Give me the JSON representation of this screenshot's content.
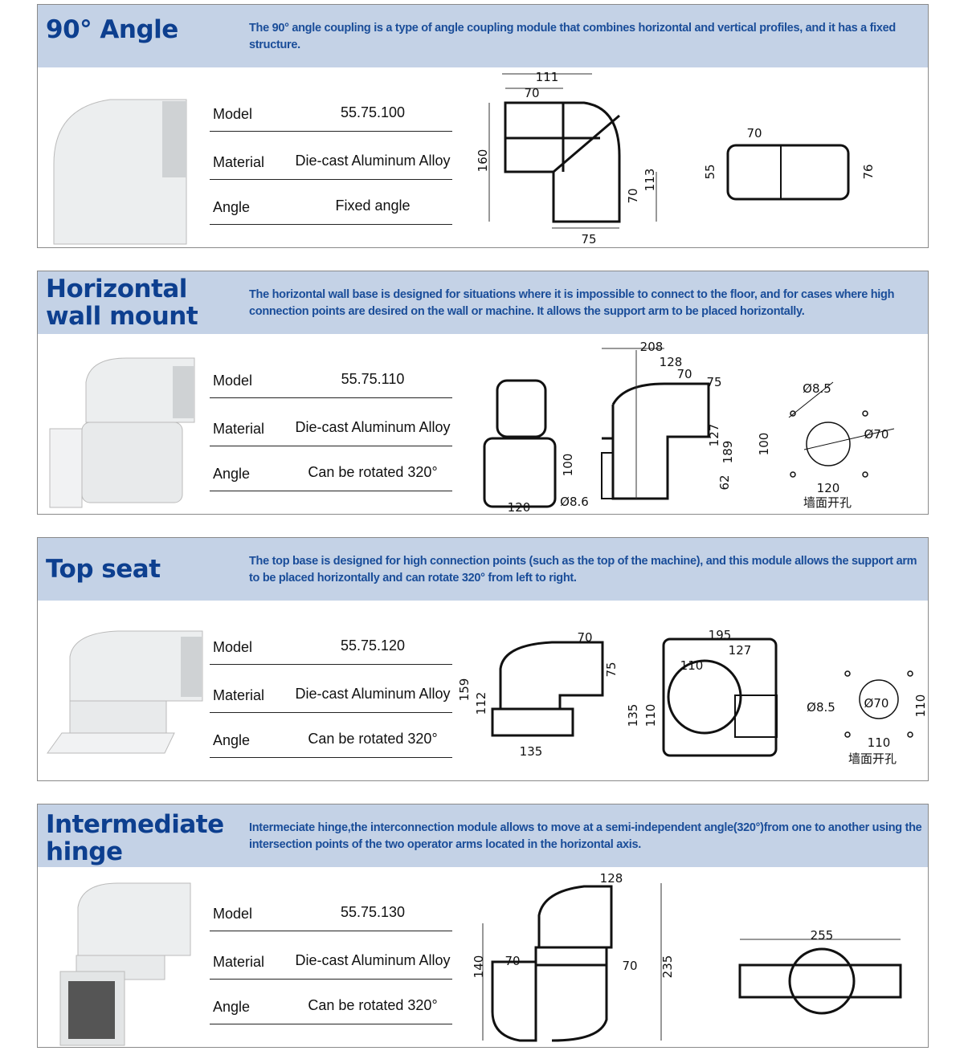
{
  "sections": [
    {
      "title": "90° Angle",
      "description": "The 90° angle coupling is a type of angle coupling module that combines horizontal and vertical profiles, and it has a fixed structure.",
      "specs": [
        {
          "label": "Model",
          "value": "55.75.100"
        },
        {
          "label": "Material",
          "value": "Die-cast Aluminum Alloy"
        },
        {
          "label": "Angle",
          "value": "Fixed angle"
        }
      ],
      "dims": [
        "111",
        "70",
        "160",
        "70",
        "113",
        "75",
        "70",
        "55",
        "76"
      ]
    },
    {
      "title": "Horizontal wall mount",
      "description": "The horizontal wall base is designed for situations where it is impossible to connect to the floor, and for cases where high connection points are desired on the wall or machine. It allows the support arm to be placed horizontally.",
      "specs": [
        {
          "label": "Model",
          "value": "55.75.110"
        },
        {
          "label": "Material",
          "value": "Die-cast Aluminum Alloy"
        },
        {
          "label": "Angle",
          "value": "Can be rotated 320°"
        }
      ],
      "dims": [
        "120",
        "100",
        "Ø8.6",
        "208",
        "128",
        "70",
        "75",
        "127",
        "189",
        "62",
        "Ø8.5",
        "Ø70",
        "100",
        "120",
        "墙面开孔"
      ]
    },
    {
      "title": "Top seat",
      "description": "The top base is designed for high connection points (such as the top of the machine), and this module allows the support arm to be placed horizontally and can rotate 320° from left to right.",
      "specs": [
        {
          "label": "Model",
          "value": "55.75.120"
        },
        {
          "label": "Material",
          "value": "Die-cast Aluminum Alloy"
        },
        {
          "label": "Angle",
          "value": "Can be rotated 320°"
        }
      ],
      "dims": [
        "70",
        "75",
        "159",
        "112",
        "135",
        "195",
        "127",
        "110",
        "135",
        "110",
        "Ø8.5",
        "Ø70",
        "110",
        "110",
        "墙面开孔"
      ]
    },
    {
      "title": "Intermediate hinge",
      "description": "Intermeciate hinge,the interconnection module allows to move at a semi-independent angle(320°)from one to another using the intersection points of the two operator arms located in the horizontal axis.",
      "specs": [
        {
          "label": "Model",
          "value": "55.75.130"
        },
        {
          "label": "Material",
          "value": "Die-cast Aluminum Alloy"
        },
        {
          "label": "Angle",
          "value": "Can be rotated 320°"
        }
      ],
      "dims": [
        "128",
        "70",
        "70",
        "140",
        "235",
        "255"
      ]
    }
  ]
}
